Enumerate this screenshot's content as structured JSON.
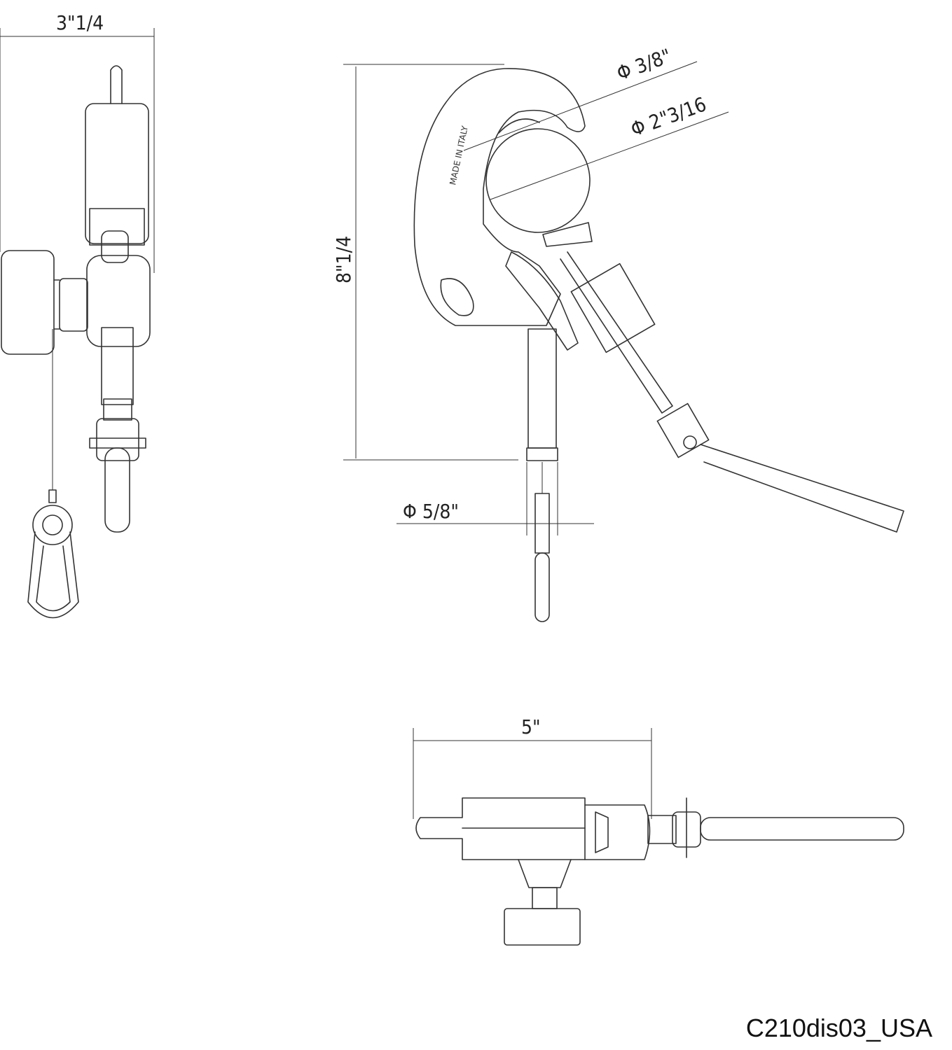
{
  "drawing": {
    "dimensions": {
      "side_width": "3\"1/4",
      "small_diameter": "Φ 3/8\"",
      "large_diameter": "Φ 2\"3/16",
      "height": "8\"1/4",
      "pin_diameter": "Φ 5/8\"",
      "top_width": "5\""
    },
    "engraving": "MADE IN ITALY",
    "drawing_code": "C210dis03_USA"
  }
}
